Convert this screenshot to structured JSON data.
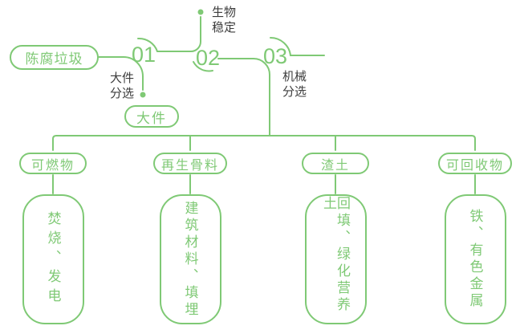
{
  "colors": {
    "accent_green": "#7fc975",
    "label_dark": "#3d3d3d",
    "background": "#ffffff"
  },
  "diagram": {
    "source": "陈腐垃圾",
    "steps": [
      {
        "number": "01",
        "process_label": "大件\n分选",
        "output_pill": "大件"
      },
      {
        "number": "02",
        "process_label": "生物\n稳定"
      },
      {
        "number": "03",
        "process_label": "机械\n分选"
      }
    ],
    "branches": [
      {
        "category": "可燃物",
        "outcome": "焚烧、发电"
      },
      {
        "category": "再生骨料",
        "outcome": "建筑材料、填埋"
      },
      {
        "category": "渣土",
        "outcome": "回填、绿化营养土"
      },
      {
        "category": "可回收物",
        "outcome": "铁、有色金属"
      }
    ]
  }
}
